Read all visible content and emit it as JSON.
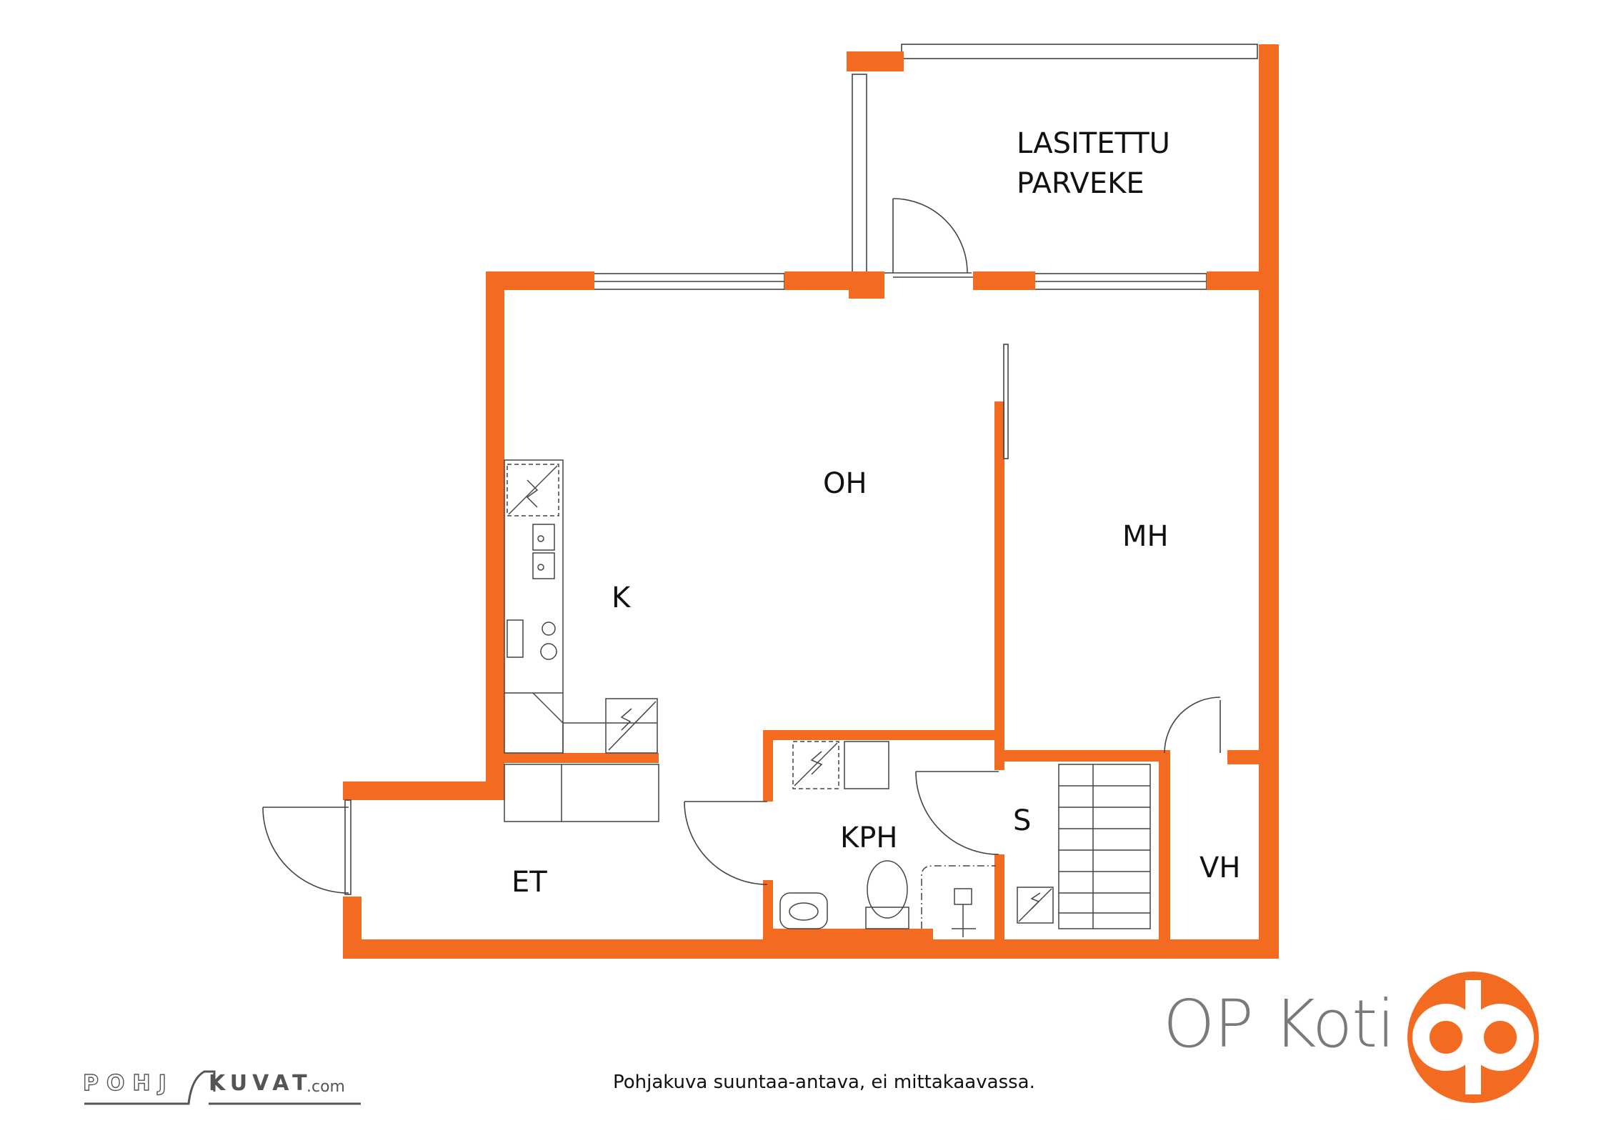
{
  "colors": {
    "wall": "#F26B21",
    "fixture_line": "#444444",
    "label": "#111111",
    "brand_text": "#7a7a7a"
  },
  "rooms": {
    "balcony_line1": "LASITETTU",
    "balcony_line2": "PARVEKE",
    "oh": "OH",
    "mh": "MH",
    "k": "K",
    "kph": "KPH",
    "s": "S",
    "vh": "VH",
    "et": "ET"
  },
  "footer": {
    "disclaimer": "Pohjakuva suuntaa-antava, ei mittakaavassa.",
    "brand": "OP Koti",
    "pohjakuvat_left": "POHJ",
    "pohjakuvat_right": "KUVAT",
    "pohjakuvat_suffix": ".com"
  },
  "icons": [
    "op-logo-icon",
    "pohjakuvat-logo"
  ]
}
